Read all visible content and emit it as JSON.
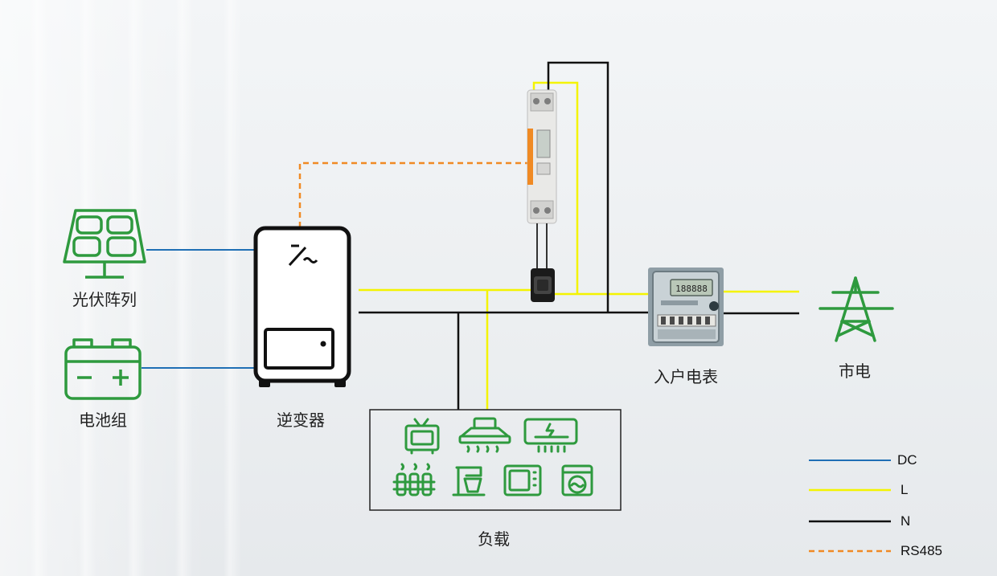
{
  "labels": {
    "pv": "光伏阵列",
    "battery": "电池组",
    "inverter": "逆变器",
    "meter": "入户电表",
    "grid": "市电",
    "load": "负载"
  },
  "legend": [
    {
      "label": "DC",
      "color": "#1f6fb5",
      "style": "solid"
    },
    {
      "label": "L",
      "color": "#f4f400",
      "style": "solid"
    },
    {
      "label": "N",
      "color": "#111111",
      "style": "solid"
    },
    {
      "label": "RS485",
      "color": "#f08a24",
      "style": "dashed"
    }
  ],
  "colors": {
    "icon_green": "#2e9a3e",
    "dc": "#1f6fb5",
    "live": "#f4f400",
    "neutral": "#111111",
    "rs485": "#f08a24"
  },
  "meter_display": "188888"
}
